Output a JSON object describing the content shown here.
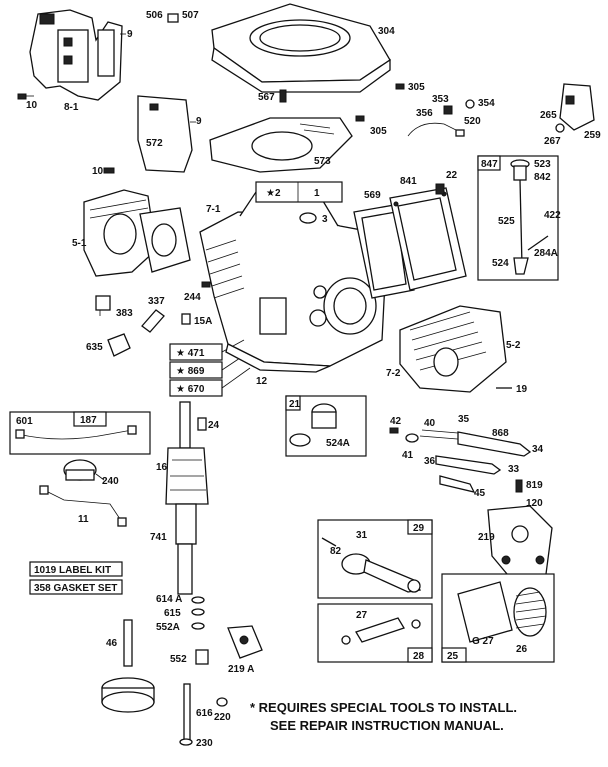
{
  "labels": {
    "p506": "506",
    "p507": "507",
    "p9a": "9",
    "p10a": "10",
    "p81": "8-1",
    "p304": "304",
    "p305a": "305",
    "p567": "567",
    "p572": "572",
    "p9b": "9",
    "p353": "353",
    "p354": "354",
    "p356": "356",
    "p520": "520",
    "p305b": "305",
    "p265": "265",
    "p259": "259",
    "p267": "267",
    "p573": "573",
    "p10b": "10",
    "k2": "★2",
    "k1": "1",
    "p3": "3",
    "p569": "569",
    "p841": "841",
    "p22": "22",
    "p847": "847",
    "p523": "523",
    "p842": "842",
    "p422": "422",
    "p525": "525",
    "p284A": "284A",
    "p524": "524",
    "p71": "7-1",
    "p51": "5-1",
    "p244": "244",
    "p337": "337",
    "p383": "383",
    "p15A": "15A",
    "p635": "635",
    "k471": "★ 471",
    "k869": "★ 869",
    "k670": "★ 670",
    "p12": "12",
    "p52": "5-2",
    "p72": "7-2",
    "p19": "19",
    "k21": "21",
    "p524A": "524A",
    "p601": "601",
    "k187": "187",
    "p24": "24",
    "p42": "42",
    "p40": "40",
    "p35": "35",
    "p868": "868",
    "p34": "34",
    "p41": "41",
    "p36": "36",
    "p33": "33",
    "p240": "240",
    "p16": "16",
    "p45": "45",
    "p819": "819",
    "p120": "120",
    "p11": "11",
    "p741": "741",
    "p29": "29",
    "p219": "219",
    "p31": "31",
    "p82": "82",
    "kit1": "1019 LABEL KIT",
    "kit2": "358 GASKET SET",
    "p614A": "614 A",
    "p615": "615",
    "p552A": "552A",
    "p27": "27",
    "p46": "46",
    "p552": "552",
    "p219A": "219 A",
    "p28": "28",
    "p25": "25",
    "p27b": "G 27",
    "p26": "26",
    "p616": "616",
    "p220": "220",
    "p230": "230"
  },
  "note": {
    "line1": "* REQUIRES SPECIAL TOOLS TO INSTALL.",
    "line2": "SEE REPAIR INSTRUCTION MANUAL."
  }
}
